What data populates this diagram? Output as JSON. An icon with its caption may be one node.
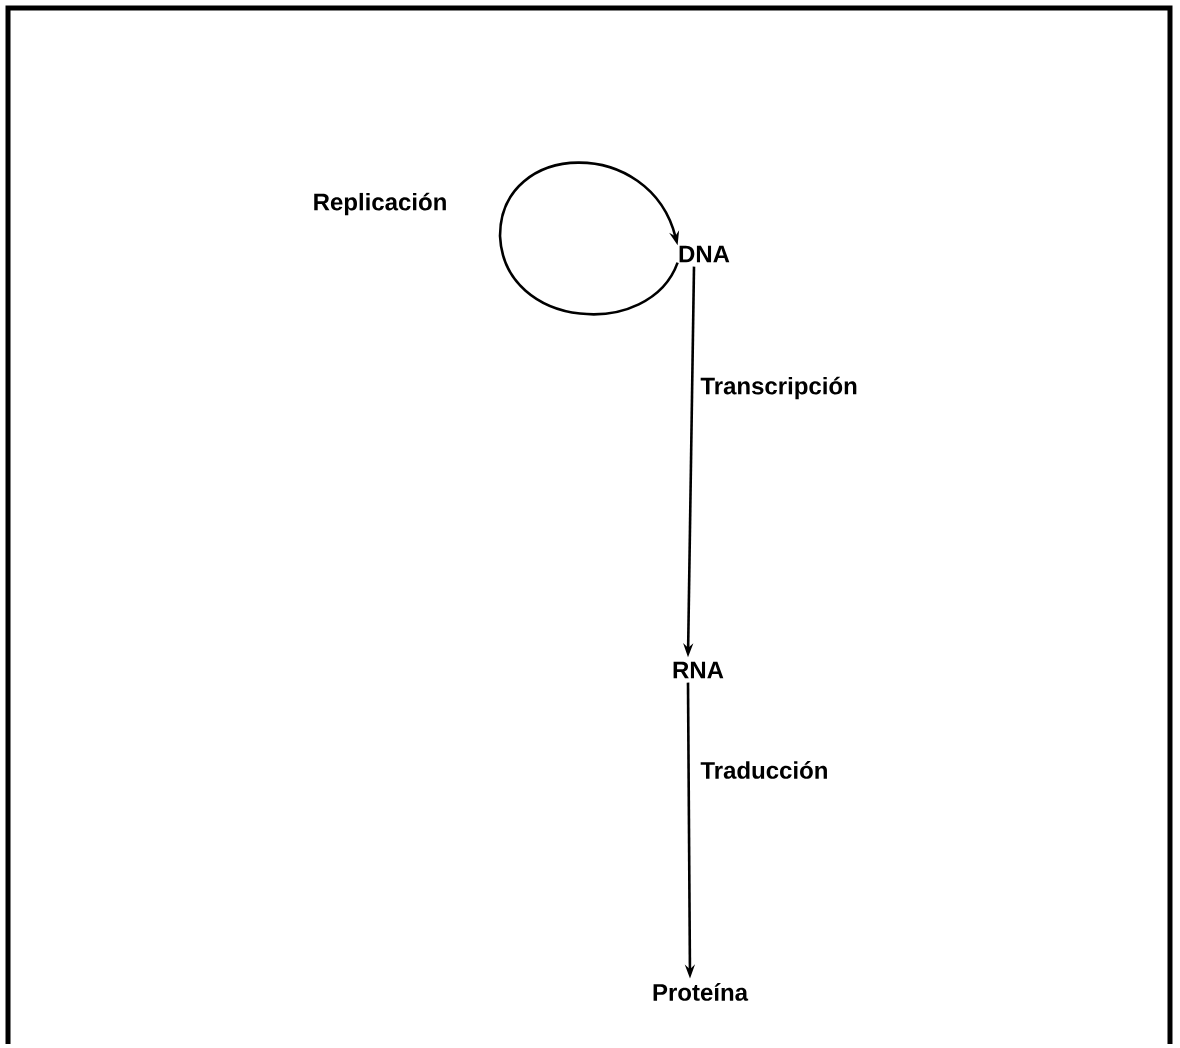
{
  "diagram": {
    "nodes": [
      {
        "text": [
          "DNA"
        ]
      },
      {
        "text": [
          "RNA"
        ]
      },
      {
        "text": [
          "Proteína"
        ]
      }
    ],
    "edges": [
      {
        "from": 0,
        "to": 0,
        "arrow": "to",
        "label": "Replicación"
      },
      {
        "from": 0,
        "to": 1,
        "arrow": "to",
        "label": "Transcripción"
      },
      {
        "from": 1,
        "to": 2,
        "arrow": "to",
        "label": "Traducción"
      }
    ]
  }
}
